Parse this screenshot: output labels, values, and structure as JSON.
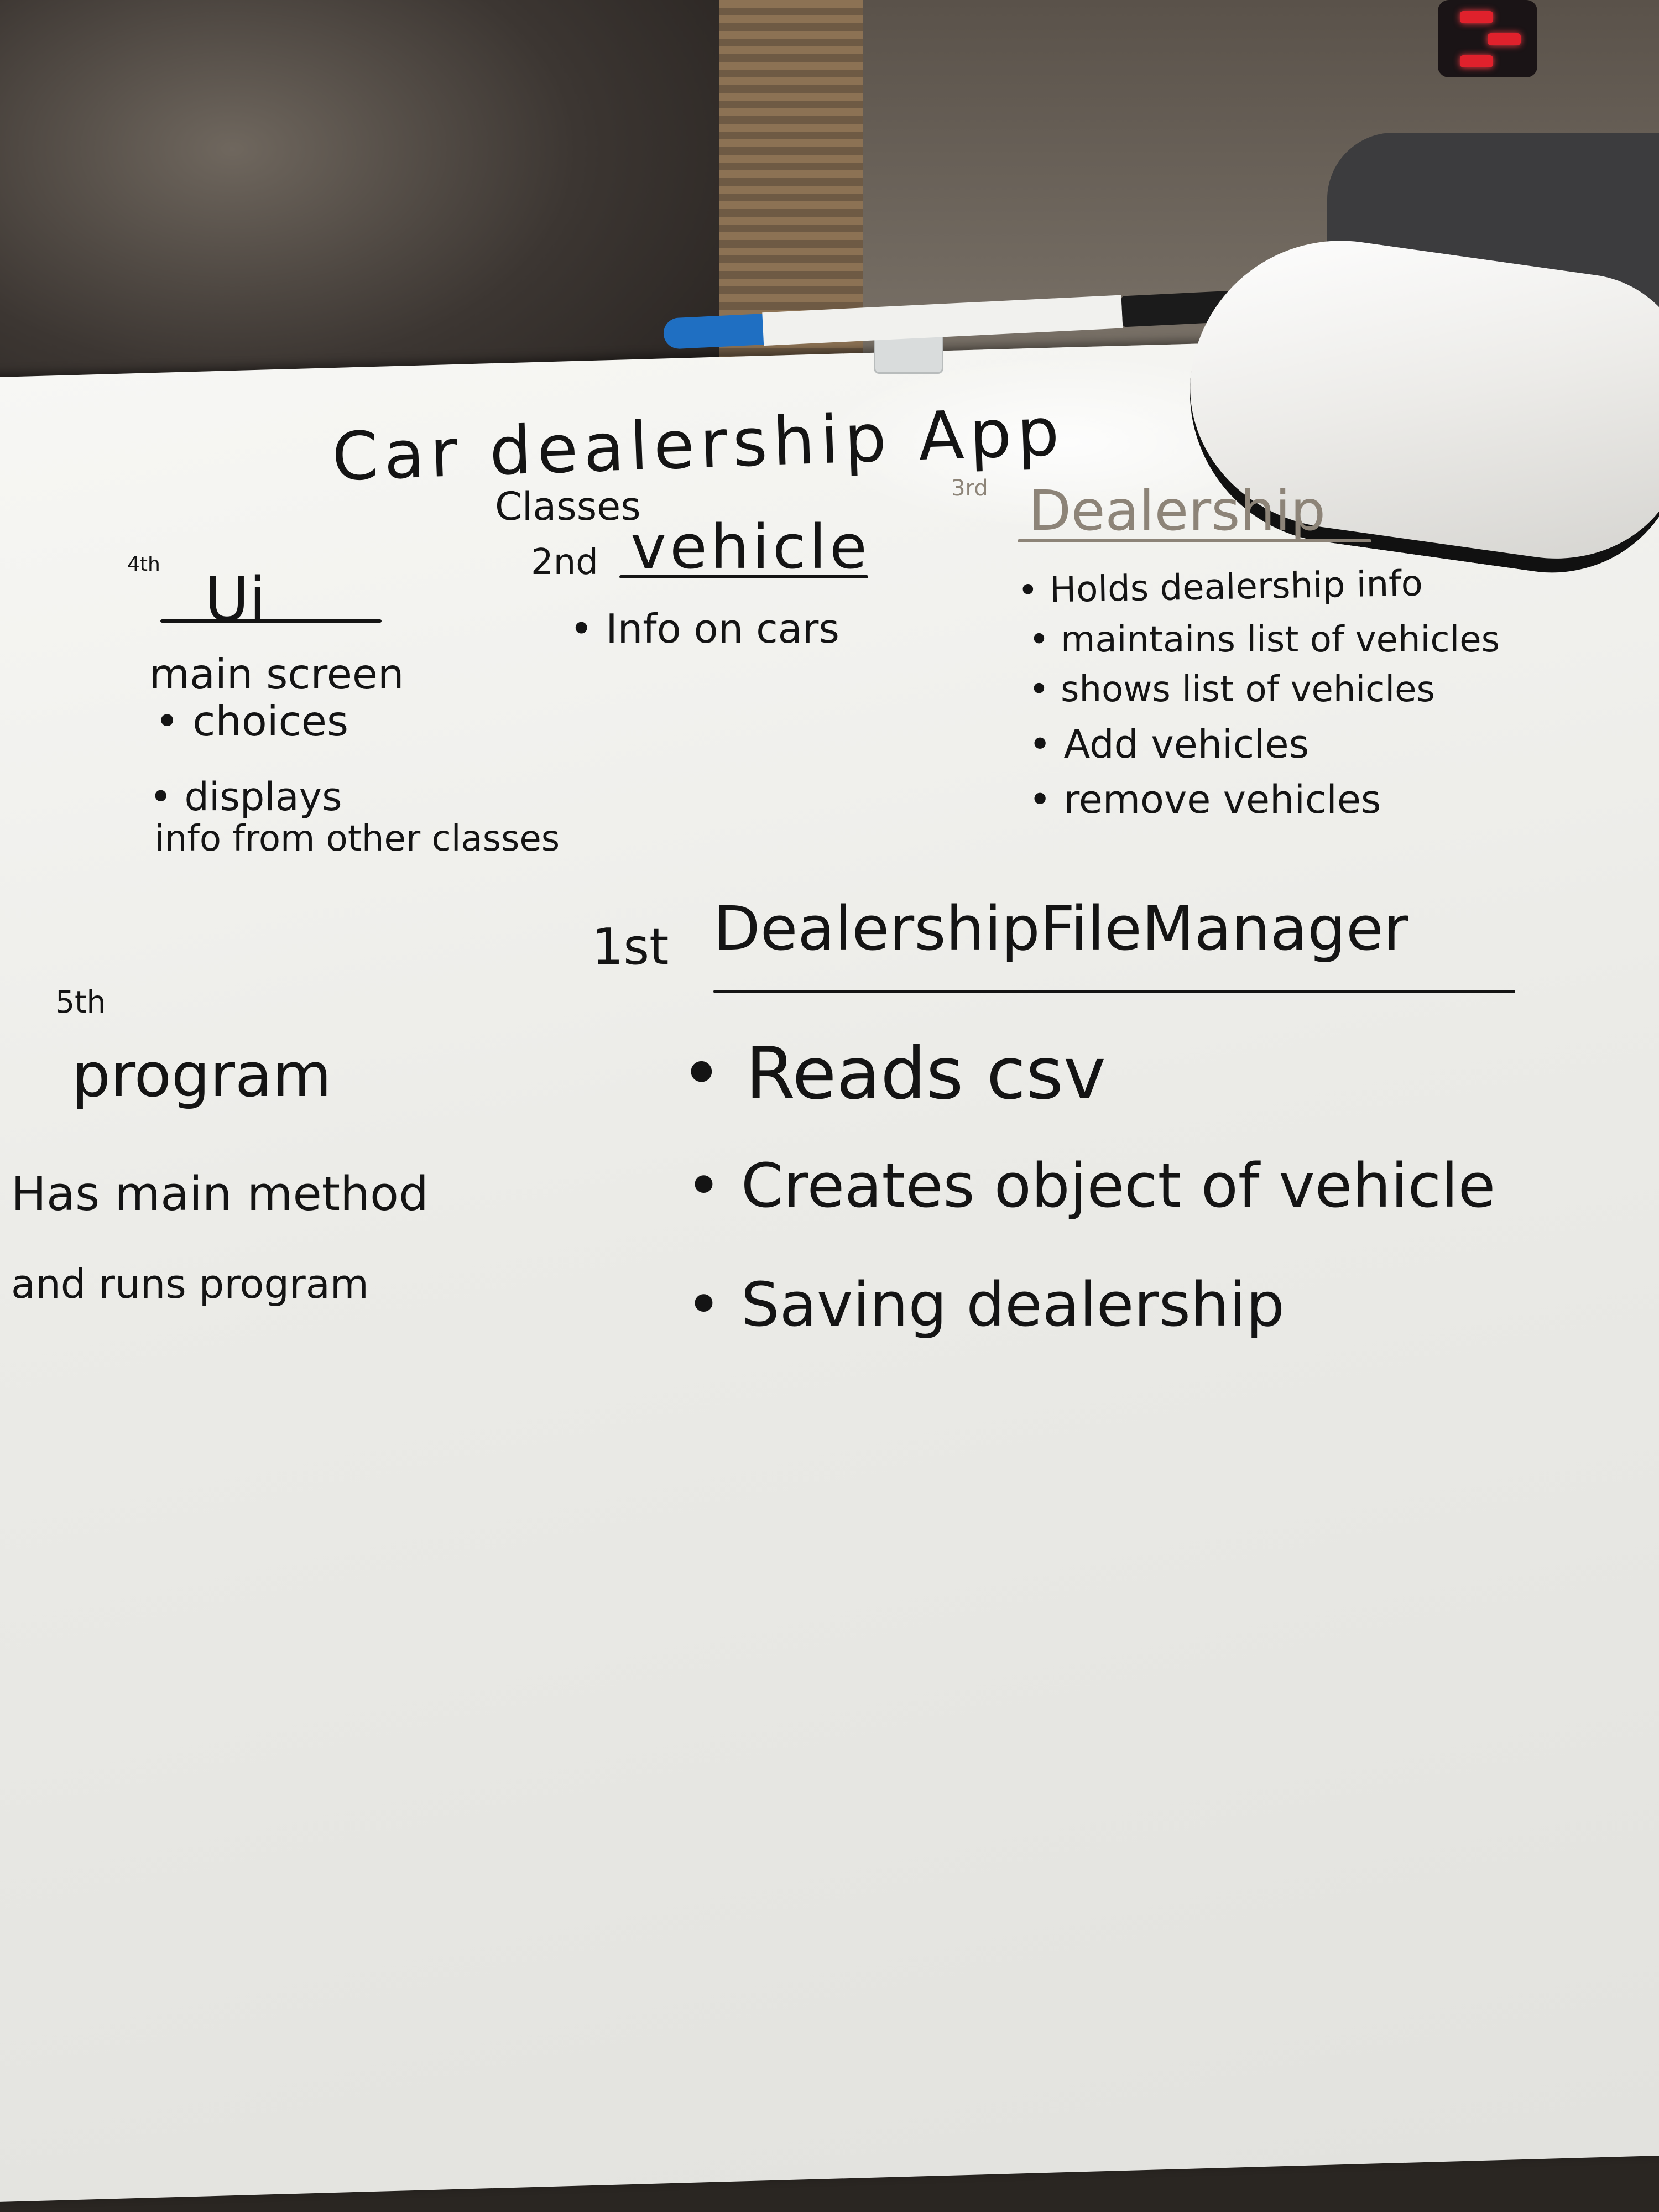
{
  "title": "Car dealership App",
  "classes_label": "Classes",
  "sections": {
    "ui": {
      "order": "4th",
      "heading": "Ui",
      "items": [
        "main screen",
        "• choices",
        "• displays",
        "info from other classes"
      ]
    },
    "vehicle": {
      "order": "2nd",
      "heading": "vehicle",
      "items": [
        "• Info on cars"
      ]
    },
    "dealership": {
      "order": "3rd",
      "heading": "Dealership",
      "items": [
        "• Holds dealership info",
        "• maintains list of vehicles",
        "• shows list of vehicles",
        "• Add vehicles",
        "• remove vehicles"
      ]
    },
    "file_manager": {
      "order": "1st",
      "heading": "DealershipFileManager",
      "items": [
        "• Reads csv",
        "• Creates object of vehicle",
        "• Saving dealership"
      ]
    },
    "program": {
      "order": "5th",
      "heading": "program",
      "items": [
        "Has main method",
        "and runs program"
      ]
    }
  },
  "colors": {
    "ink": "#141414",
    "faded_ink": "#8d8478",
    "board": "#f1f1ee",
    "marker_cap": "#1f6fc2"
  }
}
